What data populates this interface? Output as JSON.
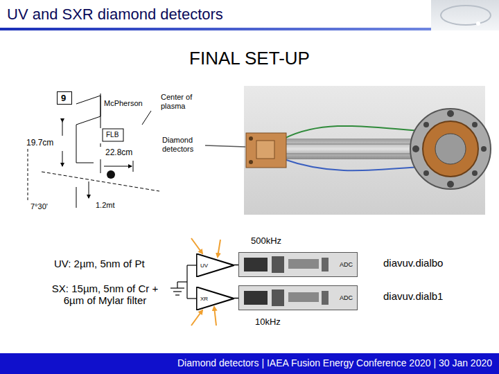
{
  "diagram": {
    "title": "UV and SXR diamond detectors",
    "nodes": [
      {
        "text": [
          "9"
        ]
      },
      {
        "text": [
          "UV"
        ]
      },
      {
        "text": [
          "ADC"
        ]
      },
      {
        "text": [
          "XR"
        ]
      },
      {
        "text": [
          "ADC"
        ]
      }
    ],
    "edges": [
      {
        "from": 1,
        "to": 2,
        "arrow": "none"
      },
      {
        "from": 3,
        "to": 4,
        "arrow": "none"
      }
    ],
    "labels": [
      "FINAL SET-UP",
      "McPherson",
      "Center of plasma",
      "FLB",
      "19.7cm",
      "22.8cm",
      "Diamond detectors",
      "7°30'",
      "1.2mt",
      "500kHz",
      "UV: 2µm, 5nm of Pt",
      "SX: 15µm, 5nm of Cr + 6µm of Mylar filter",
      "diavuv.dialbo",
      "diavuv.dialb1",
      "10kHz",
      "Diamond detectors | IAEA Fusion Energy Conference 2020 | 30 Jan 2020"
    ]
  }
}
